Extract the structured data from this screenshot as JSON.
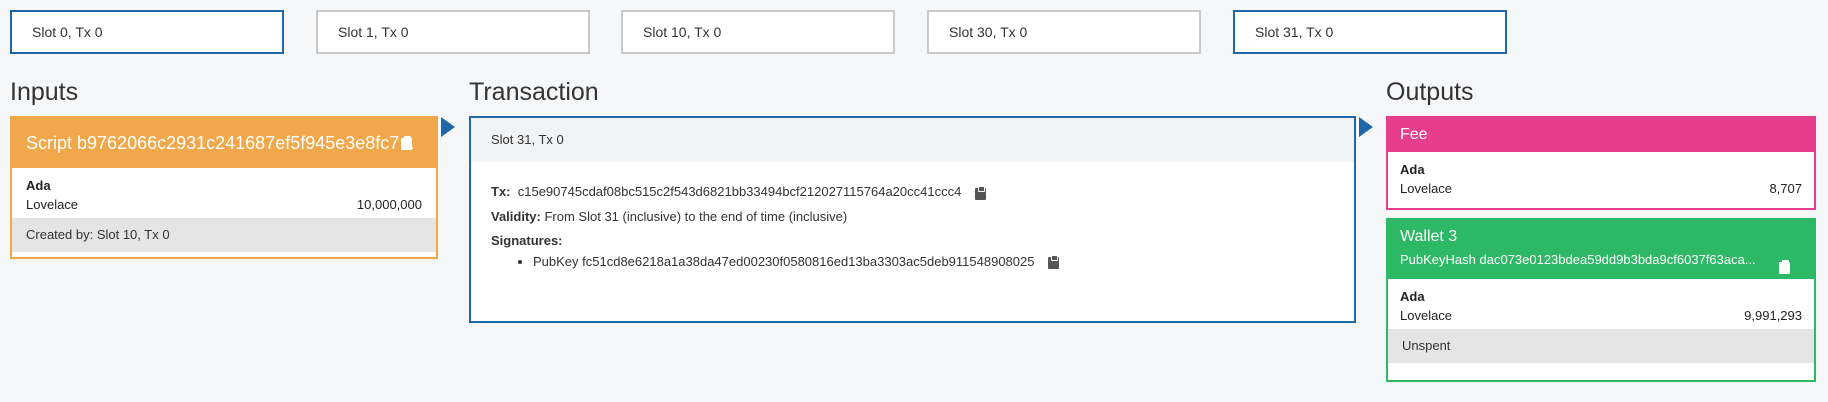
{
  "slots": [
    {
      "label": "Slot 0, Tx 0",
      "active": true
    },
    {
      "label": "Slot 1, Tx 0",
      "active": false
    },
    {
      "label": "Slot 10, Tx 0",
      "active": false
    },
    {
      "label": "Slot 30, Tx 0",
      "active": false
    },
    {
      "label": "Slot 31, Tx 0",
      "active": true
    }
  ],
  "sections": {
    "inputs": "Inputs",
    "transaction": "Transaction",
    "outputs": "Outputs"
  },
  "input": {
    "title": "Script b9762066c2931c241687ef5f945e3e8fc7...",
    "asset": "Ada",
    "unit": "Lovelace",
    "amount": "10,000,000",
    "footer": "Created by: Slot 10, Tx 0"
  },
  "transaction": {
    "header": "Slot 31, Tx 0",
    "tx_label": "Tx:",
    "tx_id": "c15e90745cdaf08bc515c2f543d6821bb33494bcf212027115764a20cc41ccc4",
    "validity_label": "Validity:",
    "validity": "From Slot 31 (inclusive) to the end of time (inclusive)",
    "signatures_label": "Signatures:",
    "signatures": [
      "PubKey fc51cd8e6218a1a38da47ed00230f0580816ed13ba3303ac5deb911548908025"
    ]
  },
  "outputs": {
    "fee": {
      "title": "Fee",
      "asset": "Ada",
      "unit": "Lovelace",
      "amount": "8,707"
    },
    "wallet": {
      "title": "Wallet 3",
      "hash": "PubKeyHash dac073e0123bdea59dd9b3bda9cf6037f63aca...",
      "asset": "Ada",
      "unit": "Lovelace",
      "amount": "9,991,293",
      "footer": "Unspent"
    }
  },
  "colors": {
    "input": "#f0a84a",
    "fee": "#e63e8c",
    "wallet": "#2db866",
    "accent": "#1f67a8"
  },
  "icons": {
    "copy": "clipboard-icon",
    "flow": "arrow-right-icon"
  }
}
